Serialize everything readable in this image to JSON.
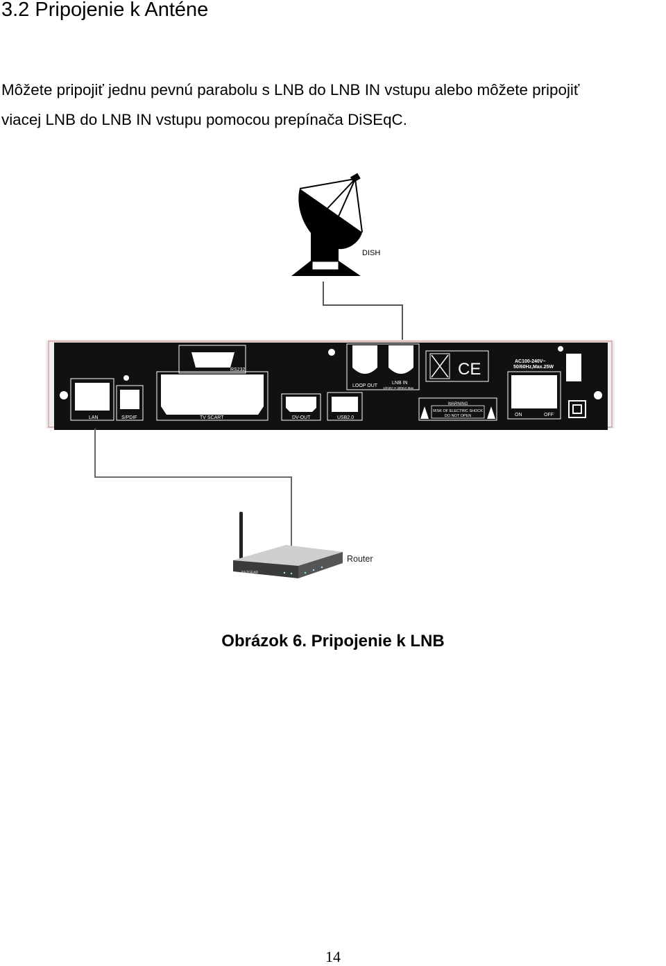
{
  "heading": "3.2 Pripojenie k Anténe",
  "paragraph": {
    "line1": "Môžete pripojiť jednu pevnú parabolu s LNB do LNB IN vstupu alebo môžete pripojiť",
    "line2": "viacej LNB do LNB IN vstupu pomocou prepínača DiSEqC."
  },
  "diagram": {
    "dish_label": "DISH",
    "router_label": "Router",
    "router_brand": "NETGEAR",
    "ports": {
      "rs232": "RS232",
      "loop_out": "LOOP OUT",
      "lnb_in": "LNB IN",
      "lnb_spec": "13/18V ⎓ 300mA Max",
      "lan": "LAN",
      "spdif": "S/PDIF",
      "tv_scart": "TV SCART",
      "dv_out": "DV-OUT",
      "usb": "USB2.0",
      "power_rating_1": "AC100-240V~",
      "power_rating_2": "50/60Hz,Max.25W",
      "on": "ON",
      "off": "OFF",
      "ce": "CE",
      "warning_title": "WARNING",
      "warning_line1": "RISK OF ELECTRIC SHOCK",
      "warning_line2": "DO NOT OPEN"
    }
  },
  "caption": "Obrázok 6. Pripojenie k LNB",
  "page_number": "14"
}
